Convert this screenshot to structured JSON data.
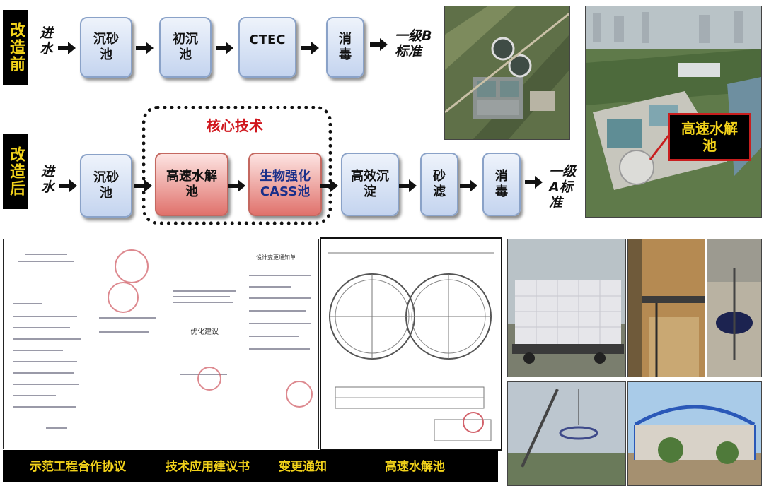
{
  "before": {
    "tag": "改造前",
    "input": [
      "进",
      "水"
    ],
    "boxes": [
      [
        "沉砂",
        "池"
      ],
      [
        "初沉",
        "池"
      ],
      [
        "CTEC"
      ],
      [
        "消",
        "毒"
      ]
    ],
    "output": [
      "一级B",
      "标准"
    ]
  },
  "after": {
    "tag": "改造后",
    "input": [
      "进",
      "水"
    ],
    "core_title": "核心技术",
    "boxes": [
      [
        "沉砂",
        "池"
      ],
      [
        "高速水解",
        "池"
      ],
      [
        "生物强化",
        "CASS池"
      ],
      [
        "高效沉",
        "淀"
      ],
      [
        "砂",
        "滤"
      ],
      [
        "消",
        "毒"
      ]
    ],
    "output": [
      "一级",
      "A标",
      "准"
    ]
  },
  "callout": [
    "高速水解",
    "池"
  ],
  "captions": [
    "示范工程合作协议",
    "技术应用建议书",
    "变更通知",
    "高速水解池"
  ],
  "docs": {
    "doc2_title": "优化建议",
    "doc3_title": "设计变更通知单"
  },
  "icons": [
    "right-arrow-icon"
  ]
}
